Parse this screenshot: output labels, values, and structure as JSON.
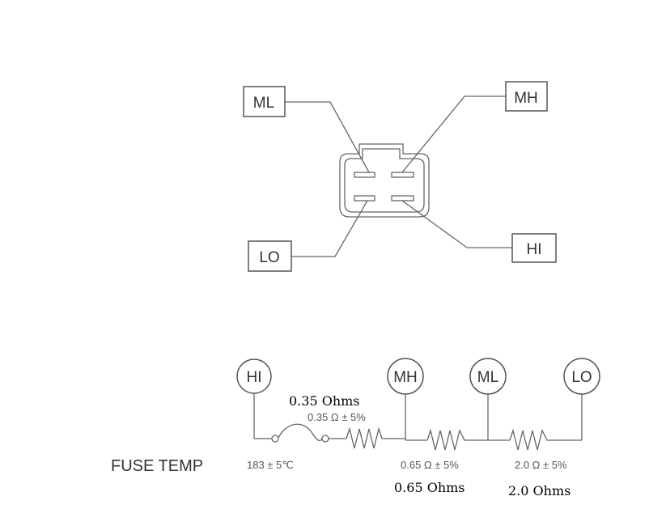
{
  "connector": {
    "pins": {
      "ml": "ML",
      "mh": "MH",
      "lo": "LO",
      "hi": "HI"
    }
  },
  "circuit": {
    "nodes": {
      "hi": "HI",
      "mh": "MH",
      "ml": "ML",
      "lo": "LO"
    },
    "fuse_label": "FUSE TEMP",
    "fuse_value": "183 ± 5℃",
    "resistors": [
      {
        "spec": "0.35 Ω ± 5%",
        "note": "0.35 Ohms"
      },
      {
        "spec": "0.65 Ω ± 5%",
        "note": "0.65 Ohms"
      },
      {
        "spec": "2.0 Ω ± 5%",
        "note": "2.0 Ohms"
      }
    ]
  }
}
